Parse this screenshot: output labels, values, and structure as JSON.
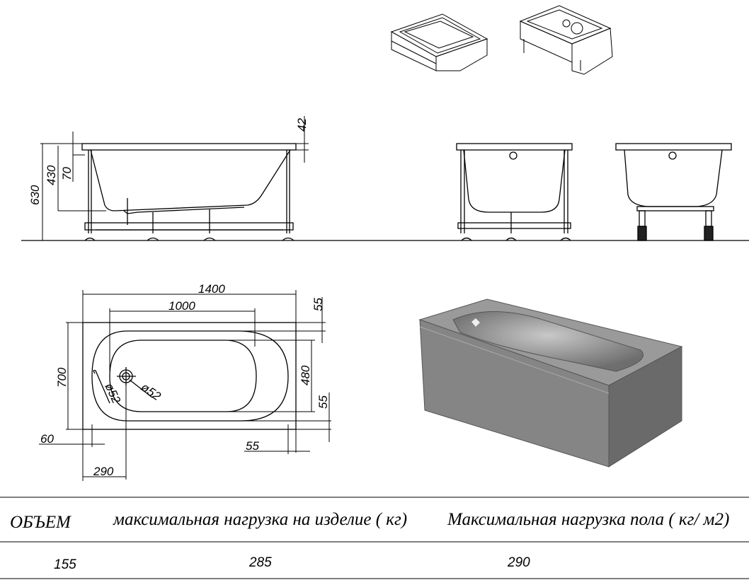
{
  "dimensions": {
    "side": {
      "total_height": "630",
      "depth": "430",
      "rim_offset": "70",
      "rim_thickness": "42"
    },
    "top": {
      "length": "1400",
      "inner_length": "1000",
      "width": "700",
      "inner_width": "480",
      "margin_top": "55",
      "margin_bottom": "55",
      "margin_right": "55",
      "margin_left": "60",
      "drain_offset": "290",
      "drain_diameter": "ø52",
      "overflow_diameter": "ø52"
    }
  },
  "table": {
    "headers": [
      "ОБЪЕМ",
      "максимальная нагрузка на изделие ( кг)",
      "Максимальная нагрузка пола ( кг/ м2)"
    ],
    "values": [
      "155",
      "285",
      "290"
    ]
  }
}
